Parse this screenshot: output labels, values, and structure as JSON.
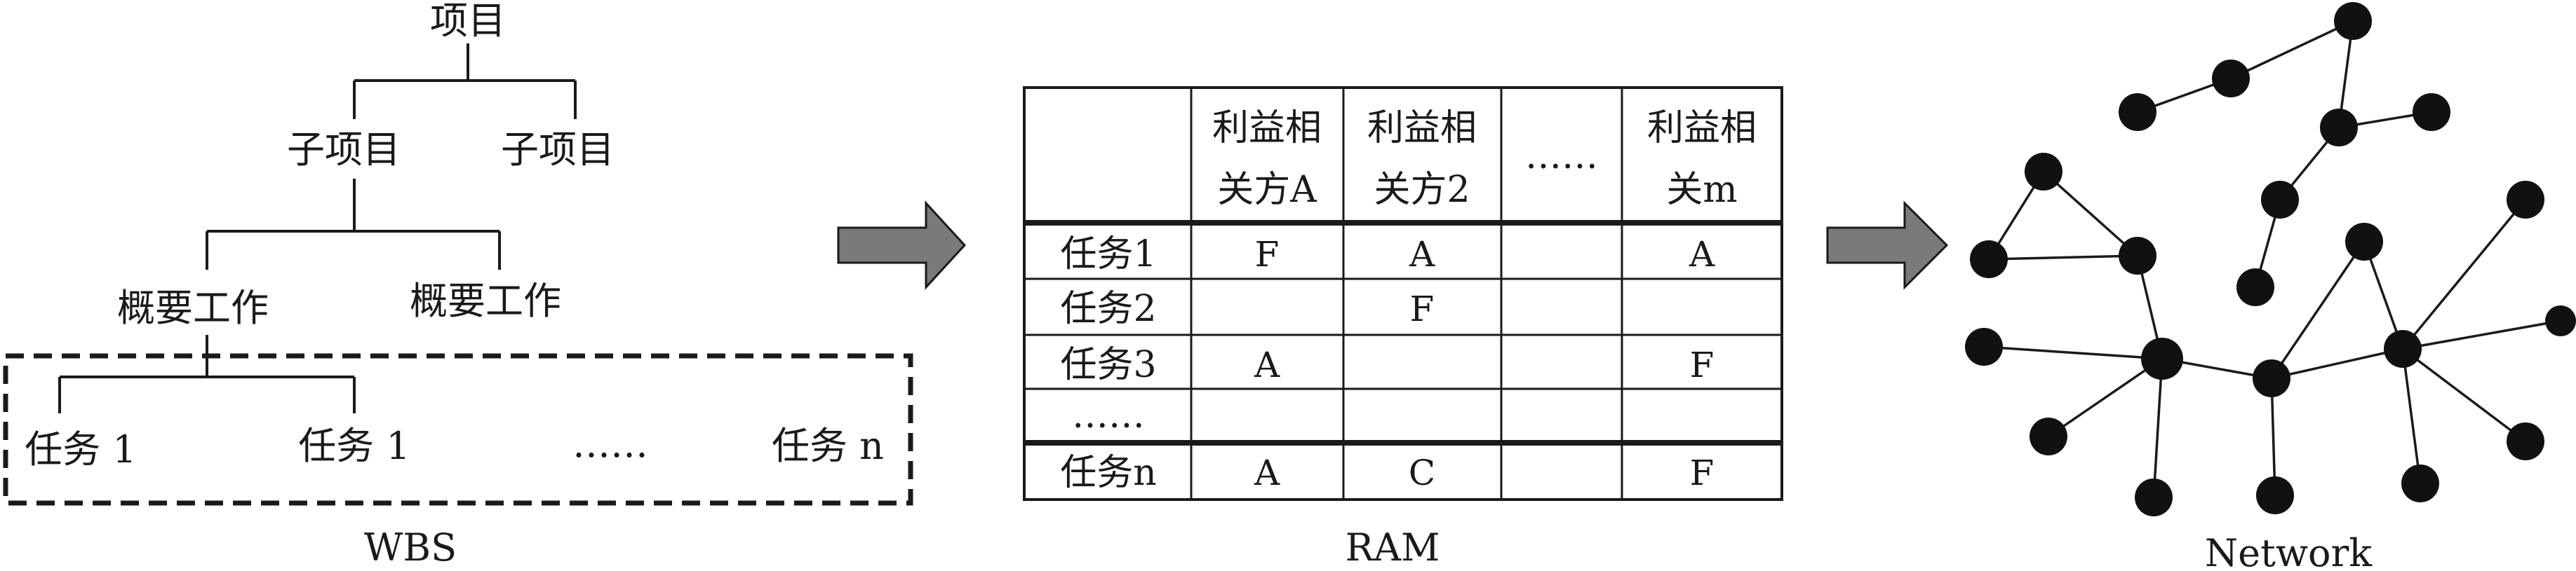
{
  "wbs": {
    "root": "项目",
    "level1": [
      "子项目",
      "子项目"
    ],
    "level2": [
      "概要工作",
      "概要工作"
    ],
    "tasks": [
      "任务 1",
      "任务 1",
      "……",
      "任务 n"
    ],
    "caption": "WBS"
  },
  "ram": {
    "caption": "RAM",
    "header": [
      {
        "line1": "利益相",
        "line2": "关方A"
      },
      {
        "line1": "利益相",
        "line2": "关方2"
      },
      {
        "line1": "……",
        "line2": ""
      },
      {
        "line1": "利益相",
        "line2": "关m"
      }
    ],
    "rows": [
      {
        "task": "任务1",
        "cells": [
          "F",
          "A",
          "",
          "A"
        ]
      },
      {
        "task": "任务2",
        "cells": [
          "",
          "F",
          "",
          ""
        ]
      },
      {
        "task": "任务3",
        "cells": [
          "A",
          "",
          "",
          "F"
        ]
      },
      {
        "task": "……",
        "cells": [
          "",
          "",
          "",
          ""
        ]
      },
      {
        "task": "任务n",
        "cells": [
          "A",
          "C",
          "",
          "F"
        ]
      }
    ]
  },
  "network": {
    "caption": "Network"
  },
  "colors": {
    "arrow_fill": "#7a7a7a",
    "line": "#1a1a1a",
    "node": "#111111"
  }
}
